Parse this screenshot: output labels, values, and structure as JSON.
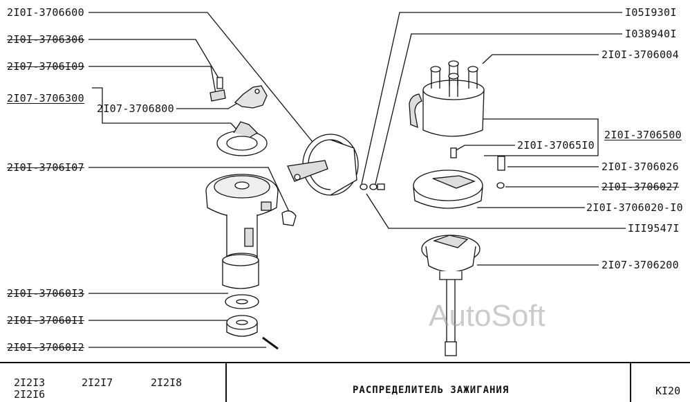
{
  "watermark": "AutoSoft",
  "callouts": {
    "l1": "2I0I-3706600",
    "l2": "2I0I-3706306",
    "l3": "2I07-3706I09",
    "l4": "2I07-3706300",
    "l5": "2I07-3706800",
    "l6": "2I0I-3706I07",
    "l7": "2I0I-37060I3",
    "l8": "2I0I-37060II",
    "l9": "2I0I-37060I2",
    "r1": "I05I930I",
    "r2": "I038940I",
    "r3": "2I0I-3706004",
    "r4": "2I0I-3706500",
    "r5": "2I0I-37065I0",
    "r6": "2I0I-3706026",
    "r7": "2I0I-3706027",
    "r8": "2I0I-3706020-I0",
    "r9": "III9547I",
    "r10": "2I07-3706200"
  },
  "title_block": {
    "models": [
      "2I2I3",
      "2I2I7",
      "2I2I8",
      "2I2I6"
    ],
    "title": "РАСПРЕДЕЛИТЕЛЬ ЗАЖИГАНИЯ",
    "sheet": "KI20"
  }
}
